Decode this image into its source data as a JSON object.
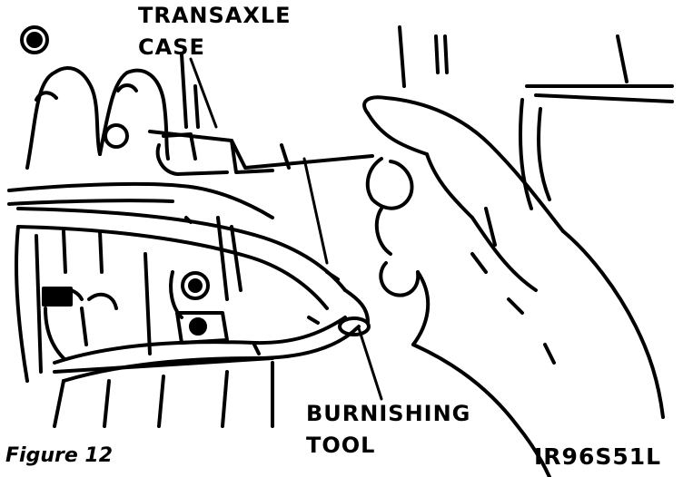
{
  "labels": {
    "transaxle_case_line1": "TRANSAXLE",
    "transaxle_case_line2": "CASE",
    "burnishing_tool_line1": "BURNISHING",
    "burnishing_tool_line2": "TOOL",
    "figure_caption": "Figure 12",
    "illustration_code": "IR96S51L"
  },
  "colors": {
    "ink": "#000000",
    "paper": "#ffffff"
  }
}
